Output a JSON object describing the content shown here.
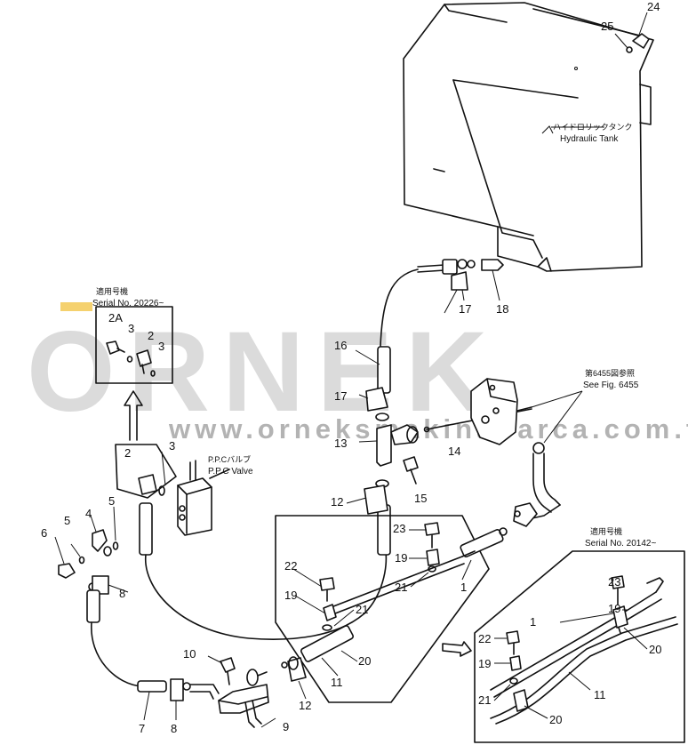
{
  "watermark": {
    "brand": "ORNEK",
    "url": "www.orneksmakinaparca.com.tr"
  },
  "annotations": {
    "tank_jp": "ハイドロリックタンク",
    "tank_en": "Hydraulic Tank",
    "valve_jp": "P.P.Cバルブ",
    "valve_en": "P.P.C Valve",
    "fig_jp": "第6455図参照",
    "fig_en": "See Fig. 6455",
    "serial_top_jp": "適用号機",
    "serial_top_en": "Serial No. 20226~",
    "serial_bottom_jp": "適用号機",
    "serial_bottom_en": "Serial No. 20142~"
  },
  "callouts": {
    "c24": "24",
    "c25": "25",
    "c17a": "17",
    "c18": "18",
    "c16": "16",
    "c17b": "17",
    "c13": "13",
    "c14": "14",
    "c15": "15",
    "c12a": "12",
    "c23a": "23",
    "c19a": "19",
    "c21a": "21",
    "c1a": "1",
    "c22a": "22",
    "c19b": "19",
    "c21b": "21",
    "c20a": "20",
    "c11a": "11",
    "c12b": "12",
    "c10": "10",
    "c9": "9",
    "c8a": "8",
    "c7": "7",
    "c8b": "8",
    "c6": "6",
    "c5a": "5",
    "c4": "4",
    "c5b": "5",
    "c2a": "2",
    "c3a": "3",
    "c2A": "2A",
    "c3b": "3",
    "c2b": "2",
    "c3c": "3",
    "c23b": "23",
    "c19c": "19",
    "c1b": "1",
    "c20b": "20",
    "c22b": "22",
    "c19d": "19",
    "c11b": "11",
    "c21c": "21",
    "c20c": "20"
  }
}
